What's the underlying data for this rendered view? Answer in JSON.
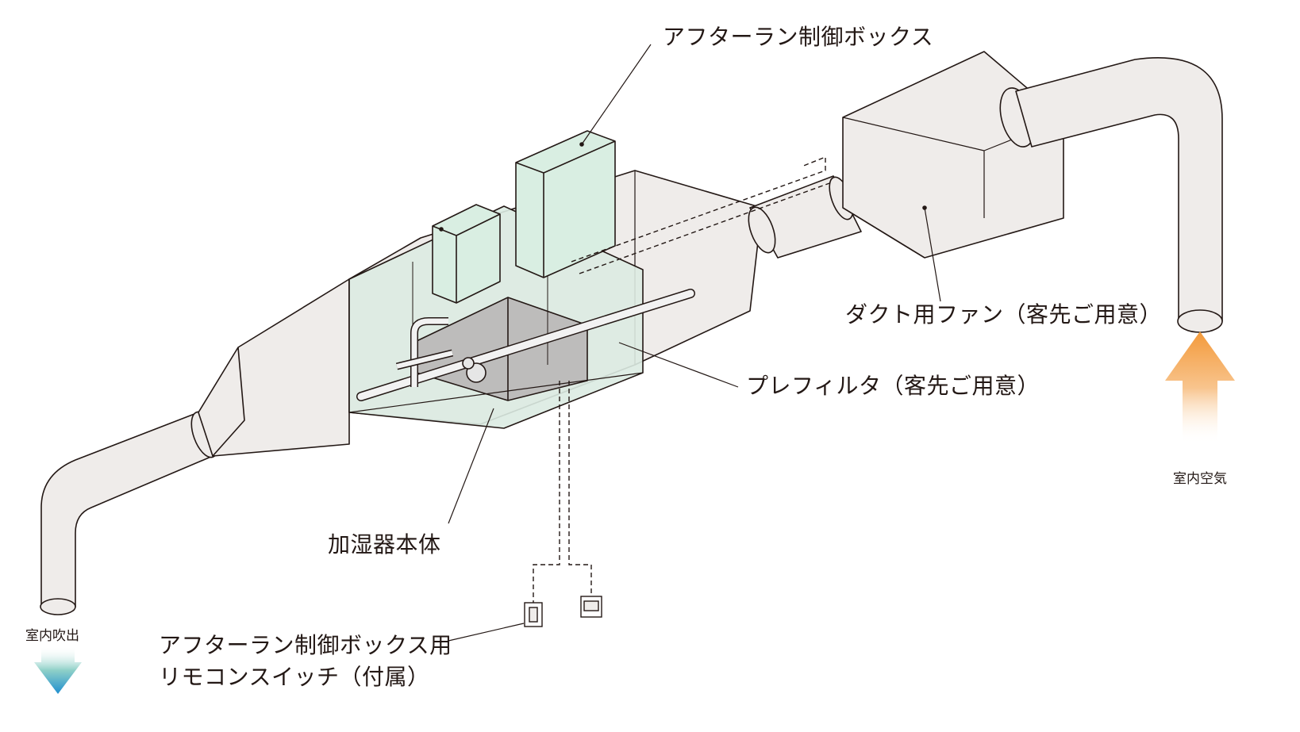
{
  "labels": {
    "afterrun_box": "アフターラン制御ボックス",
    "duct_fan": "ダクト用ファン（客先ご用意）",
    "prefilter": "プレフィルタ（客先ご用意）",
    "humidifier_body": "加湿器本体",
    "remote_switch_line1": "アフターラン制御ボックス用",
    "remote_switch_line2": "リモコンスイッチ（付属）",
    "indoor_air": "室内空気",
    "indoor_outlet": "室内吹出"
  },
  "colors": {
    "line": "#231815",
    "duct_fill": "#efecea",
    "green_fill": "#d9eee2",
    "grey_fill": "#bdbcbb",
    "inlet_arrow_top": "#f39a3b",
    "outlet_arrow_bottom": "#1f8fcf"
  },
  "icons": [
    "inlet-arrow-icon",
    "outlet-arrow-icon",
    "remote-switch-icon",
    "controller-panel-icon"
  ]
}
